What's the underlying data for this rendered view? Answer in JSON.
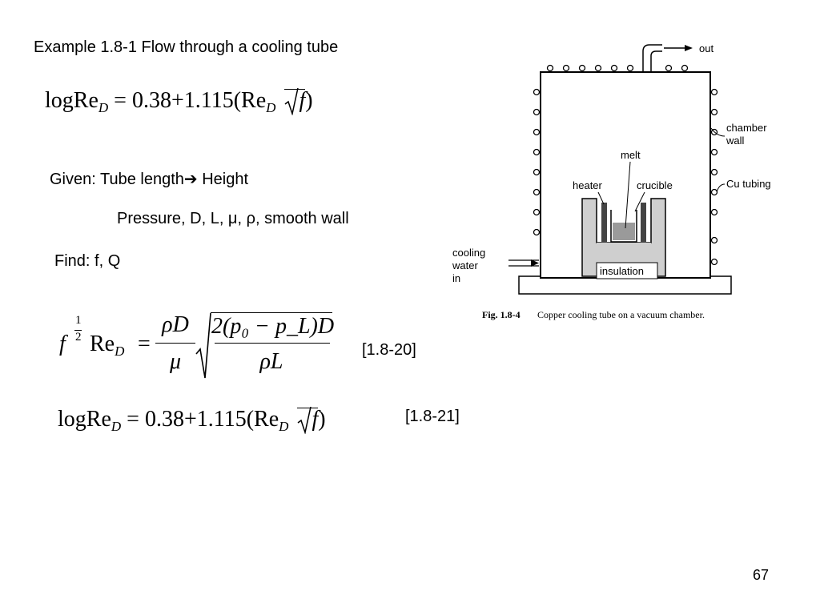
{
  "slide": {
    "title": "Example 1.8-1 Flow through a cooling tube",
    "page_number": "67"
  },
  "equation_top": {
    "lhs_log": "log",
    "lhs_re": "Re",
    "sub_d": "D",
    "equals": "=",
    "const_a": "0.38",
    "plus": "+",
    "const_b": "1.115(Re",
    "f": "f",
    "close": ")"
  },
  "given": {
    "line1_prefix": "Given: Tube length",
    "arrow": "➔",
    "line1_suffix": " Height",
    "line2": "Pressure, D, L, μ, ρ, smooth wall"
  },
  "find": {
    "text": "Find: f, Q"
  },
  "equation_1_8_20": {
    "f": "f",
    "exp_num": "1",
    "exp_den": "2",
    "re": "Re",
    "sub_d": "D",
    "equals": "=",
    "frac1_num": "ρD",
    "frac1_den": "μ",
    "frac2_num": "2(p₀ − p_L)D",
    "frac2_den": "ρL",
    "ref": "[1.8-20]"
  },
  "equation_1_8_21": {
    "lhs_log": "log",
    "lhs_re": "Re",
    "sub_d": "D",
    "equals": "=",
    "const_a": "0.38",
    "plus": "+",
    "const_b": "1.115(Re",
    "f": "f",
    "close": ")",
    "ref": "[1.8-21]"
  },
  "figure": {
    "label_out": "out",
    "label_chamber": "chamber",
    "label_wall": "wall",
    "label_melt": "melt",
    "label_heater": "heater",
    "label_crucible": "crucible",
    "label_cu_tubing": "Cu tubing",
    "label_cooling": "cooling",
    "label_water": "water",
    "label_in": "in",
    "label_insulation": "insulation",
    "caption_id": "Fig. 1.8-4",
    "caption_text": "Copper cooling tube on a vacuum chamber."
  }
}
